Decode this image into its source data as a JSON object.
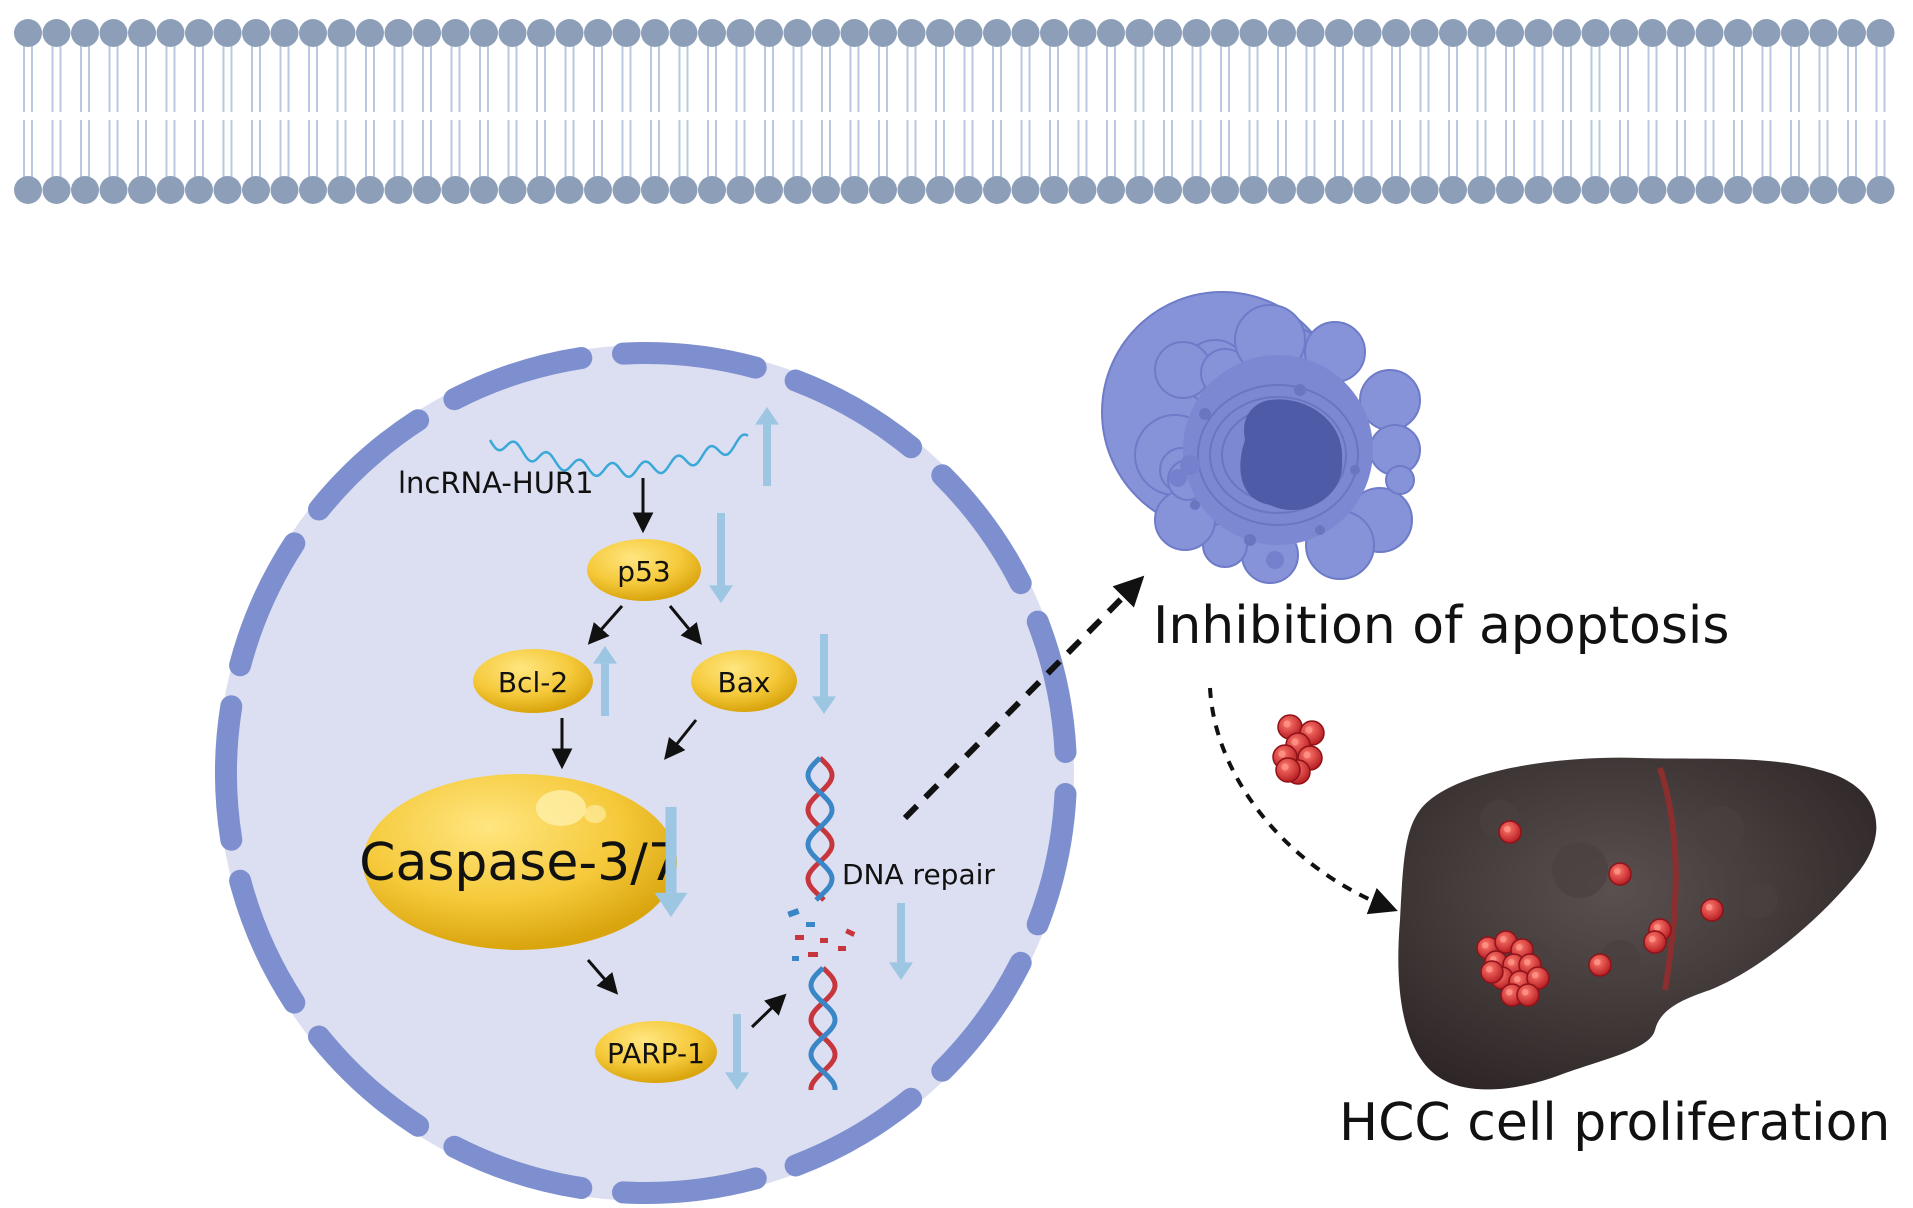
{
  "labels": {
    "lncrna": "lncRNA-HUR1",
    "p53": "p53",
    "bcl2": "Bcl-2",
    "bax": "Bax",
    "caspase": "Caspase-3/7",
    "parp1": "PARP-1",
    "dna_repair": "DNA repair",
    "inhibition": "Inhibition of apoptosis",
    "hcc": "HCC cell proliferation"
  },
  "colors": {
    "membrane_head": "#8d9fb8",
    "membrane_tail": "#b7c8df",
    "nucleus_fill": "#dcdff1",
    "nuclear_envelope": "#7e8fcf",
    "protein_yellow": "#f4c534",
    "arrow_up_down": "#9dc6e2",
    "liver": "#3b3333",
    "tumor": "#d7353a",
    "cell": "#8693d8"
  },
  "regulation": {
    "lncrna": "up",
    "p53": "down",
    "bcl2": "up",
    "bax": "down",
    "caspase": "down",
    "parp1": "down",
    "dna_repair": "down"
  }
}
